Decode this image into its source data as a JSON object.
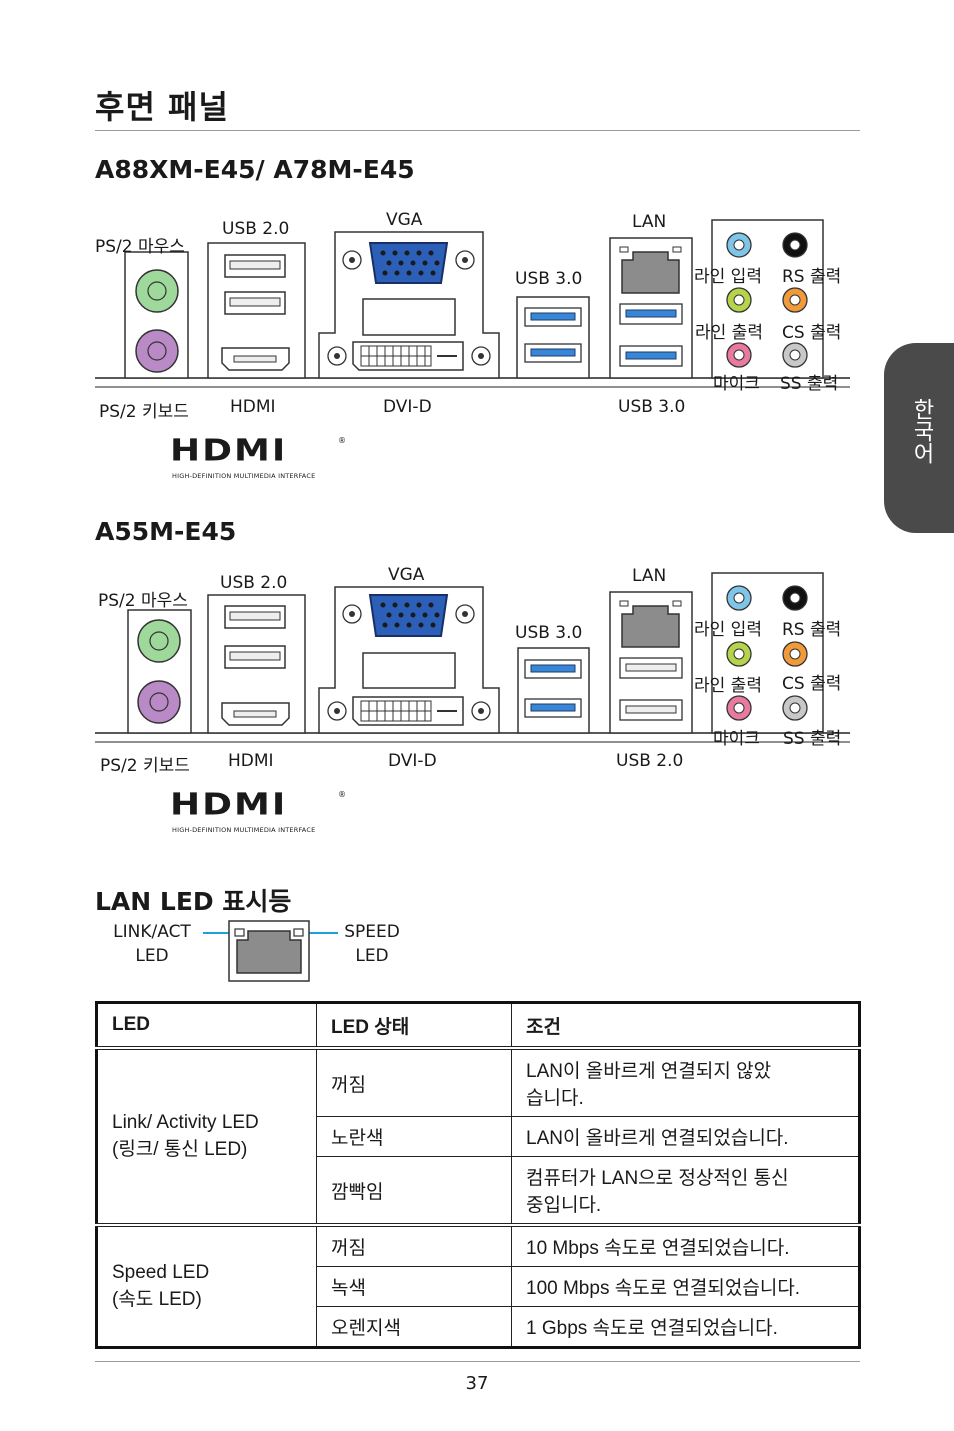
{
  "page": {
    "title": "후면 패널",
    "side_tab": "한국어",
    "page_number": "37"
  },
  "panel1": {
    "model": "A88XM-E45/ A78M-E45",
    "labels": {
      "ps2_mouse": "PS/2 마우스",
      "usb20": "USB 2.0",
      "vga": "VGA",
      "lan": "LAN",
      "usb30_top": "USB 3.0",
      "line_in": "라인 입력",
      "rs_out": "RS 출력",
      "line_out": "라인 출력",
      "cs_out": "CS 출력",
      "mic": "마이크",
      "ss_out": "SS 출력",
      "ps2_keyboard": "PS/2 키보드",
      "hdmi": "HDMI",
      "dvid": "DVI-D",
      "usb_bottom": "USB 3.0"
    }
  },
  "panel2": {
    "model": "A55M-E45",
    "labels": {
      "ps2_mouse": "PS/2 마우스",
      "usb20": "USB 2.0",
      "vga": "VGA",
      "lan": "LAN",
      "usb30_top": "USB 3.0",
      "line_in": "라인 입력",
      "rs_out": "RS 출력",
      "line_out": "라인 출력",
      "cs_out": "CS 출력",
      "mic": "마이크",
      "ss_out": "SS 출력",
      "ps2_keyboard": "PS/2 키보드",
      "hdmi": "HDMI",
      "dvid": "DVI-D",
      "usb_bottom": "USB 2.0"
    }
  },
  "hdmi_logo": {
    "word": "HDMI",
    "tagline": "HIGH-DEFINITION MULTIMEDIA INTERFACE",
    "mark": "®"
  },
  "lan_led": {
    "title": "LAN LED 표시등",
    "link_act_line1": "LINK/ACT",
    "link_act_line2": "LED",
    "speed_line1": "SPEED",
    "speed_line2": "LED"
  },
  "table": {
    "headers": [
      "LED",
      "LED 상태",
      "조건"
    ],
    "link_led": "Link/ Activity LED\n(링크/ 통신 LED)",
    "link_led_line1": "Link/ Activity LED",
    "link_led_line2": "(링크/ 통신 LED)",
    "speed_led_line1": "Speed LED",
    "speed_led_line2": "(속도 LED)",
    "rows": [
      {
        "state": "꺼짐",
        "cond_line1": "LAN이 올바르게 연결되지 않았",
        "cond_line2": "습니다."
      },
      {
        "state": "노란색",
        "cond_line1": "LAN이 올바르게 연결되었습니다.",
        "cond_line2": ""
      },
      {
        "state": "깜빡임",
        "cond_line1": "컴퓨터가 LAN으로 정상적인 통신",
        "cond_line2": "중입니다."
      },
      {
        "state": "꺼짐",
        "cond_line1": "10 Mbps 속도로 연결되었습니다.",
        "cond_line2": ""
      },
      {
        "state": "녹색",
        "cond_line1": "100 Mbps 속도로 연결되었습니다.",
        "cond_line2": ""
      },
      {
        "state": "오렌지색",
        "cond_line1": "1 Gbps 속도로 연결되었습니다.",
        "cond_line2": ""
      }
    ]
  },
  "colors": {
    "ps2_mouse": "#9ed89a",
    "ps2_keyboard": "#b98ac6",
    "vga": "#2b5fb8",
    "usb30": "#3a86d6",
    "audio_blue": "#7fc5e8",
    "audio_lime": "#b6d44a",
    "audio_orange": "#f09a3a",
    "audio_pink": "#e87aa0",
    "audio_black": "#111111",
    "audio_gray": "#c8c8c8",
    "led_line": "#1aa3d9",
    "lan_body": "#8c8c8c"
  }
}
